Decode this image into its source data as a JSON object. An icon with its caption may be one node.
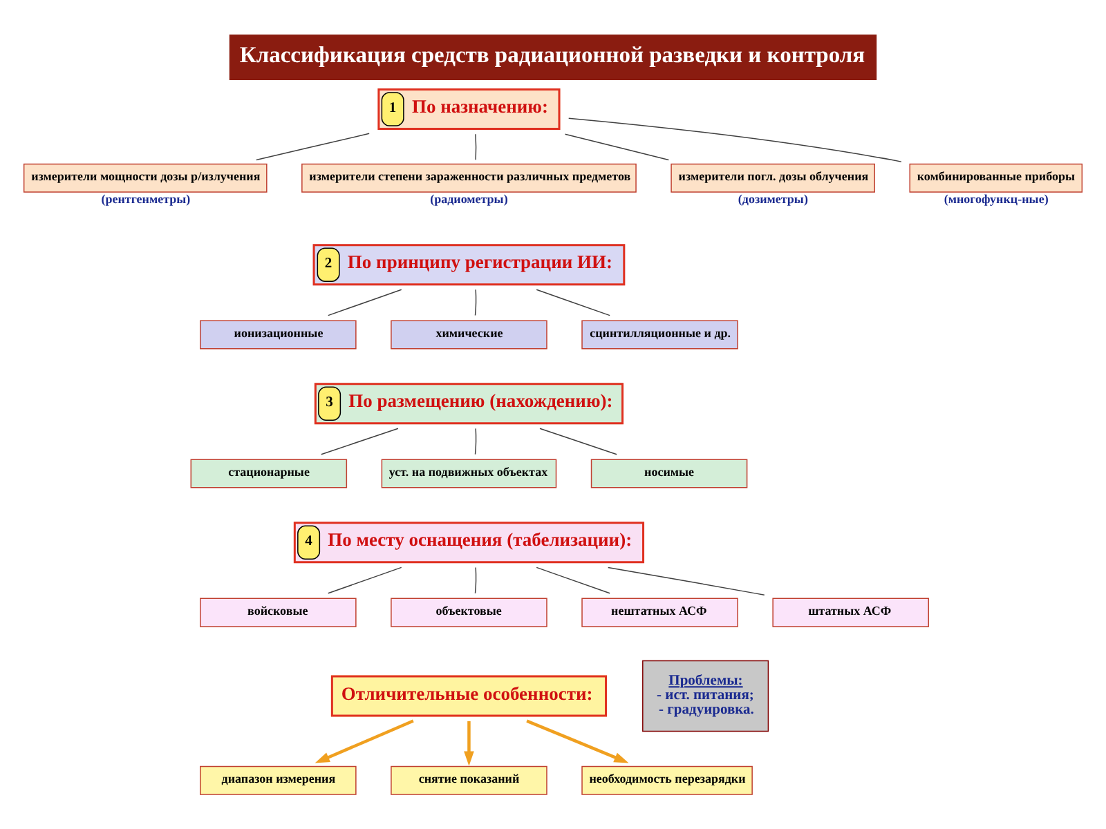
{
  "diagram": {
    "title": "Классификация средств радиационной разведки и контроля",
    "nodes": [
      {
        "text": [
          "1",
          "По назначению:"
        ]
      },
      {
        "text": [
          "измерители мощности дозы р/излучения"
        ],
        "beside": [
          "(рентгенметры)"
        ]
      },
      {
        "text": [
          "измерители степени зараженности различных предметов"
        ],
        "beside": [
          "(радиометры)"
        ]
      },
      {
        "text": [
          "измерители погл. дозы облучения"
        ],
        "beside": [
          "(дозиметры)"
        ]
      },
      {
        "text": [
          "комбинированные приборы"
        ],
        "beside": [
          "(многофункц-ные)"
        ]
      },
      {
        "text": [
          "2",
          "По принципу регистрации ИИ:"
        ]
      },
      {
        "text": [
          "ионизационные"
        ]
      },
      {
        "text": [
          "химические"
        ]
      },
      {
        "text": [
          "сцинтилляционные и др."
        ]
      },
      {
        "text": [
          "3",
          "По размещению (нахождению):"
        ]
      },
      {
        "text": [
          "стационарные"
        ]
      },
      {
        "text": [
          "уст. на подвижных объектах"
        ]
      },
      {
        "text": [
          "носимые"
        ]
      },
      {
        "text": [
          "4",
          "По месту оснащения (табелизации):"
        ]
      },
      {
        "text": [
          "войсковые"
        ]
      },
      {
        "text": [
          "объектовые"
        ]
      },
      {
        "text": [
          "нештатных АСФ"
        ]
      },
      {
        "text": [
          "штатных АСФ"
        ]
      },
      {
        "text": [
          "Отличительные особенности:"
        ]
      },
      {
        "text": [
          "диапазон измерения"
        ]
      },
      {
        "text": [
          "снятие показаний"
        ]
      },
      {
        "text": [
          "необходимость перезарядки"
        ]
      },
      {
        "text": [
          "Проблемы:",
          "- ист. питания; - градуировка."
        ]
      }
    ],
    "edges": [
      {
        "from": 0,
        "to": 1,
        "arrow": "none"
      },
      {
        "from": 0,
        "to": 2,
        "arrow": "none"
      },
      {
        "from": 0,
        "to": 3,
        "arrow": "none"
      },
      {
        "from": 0,
        "to": 4,
        "arrow": "none"
      },
      {
        "from": 5,
        "to": 6,
        "arrow": "none"
      },
      {
        "from": 5,
        "to": 7,
        "arrow": "none"
      },
      {
        "from": 5,
        "to": 8,
        "arrow": "none"
      },
      {
        "from": 9,
        "to": 10,
        "arrow": "none"
      },
      {
        "from": 9,
        "to": 11,
        "arrow": "none"
      },
      {
        "from": 9,
        "to": 12,
        "arrow": "none"
      },
      {
        "from": 13,
        "to": 14,
        "arrow": "none"
      },
      {
        "from": 13,
        "to": 15,
        "arrow": "none"
      },
      {
        "from": 13,
        "to": 16,
        "arrow": "none"
      },
      {
        "from": 13,
        "to": 17,
        "arrow": "none"
      },
      {
        "from": 18,
        "to": 19,
        "arrow": "to",
        "style": "thick",
        "color": "#f0a020"
      },
      {
        "from": 18,
        "to": 20,
        "arrow": "to",
        "style": "thick",
        "color": "#f0a020"
      },
      {
        "from": 18,
        "to": 21,
        "arrow": "to",
        "style": "thick",
        "color": "#f0a020"
      }
    ]
  }
}
